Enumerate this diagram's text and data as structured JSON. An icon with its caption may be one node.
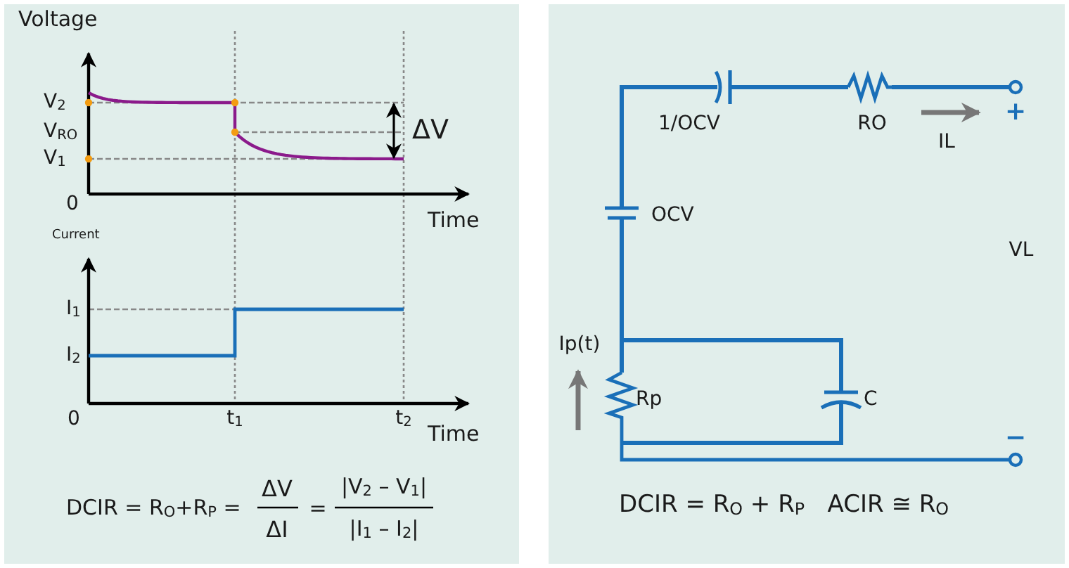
{
  "diagram": {
    "labels": [
      "Voltage",
      "V$_{2}$",
      "V$_{RO}$",
      "V$_{1}$",
      "0",
      "ΔV",
      "Time",
      "Current",
      "I$_{1}$",
      "I$_{2}$",
      "0",
      "t$_{1}$",
      "t$_{2}$",
      "Time",
      "DCIR = R$_{O}$+R$_{P}$ =",
      "ΔV",
      "ΔI",
      "=",
      "|V$_{2}$ – V$_{1}$|",
      "|I$_{1}$ – I$_{2}$|",
      "1/OCV",
      "RO",
      "+",
      "IL",
      "OCV",
      "VL",
      "Ip(t)",
      "Rp",
      "C",
      "−",
      "DCIR = R$_{O}$ + R$_{P}$   ACIR ≅ R$_{O}$"
    ]
  }
}
